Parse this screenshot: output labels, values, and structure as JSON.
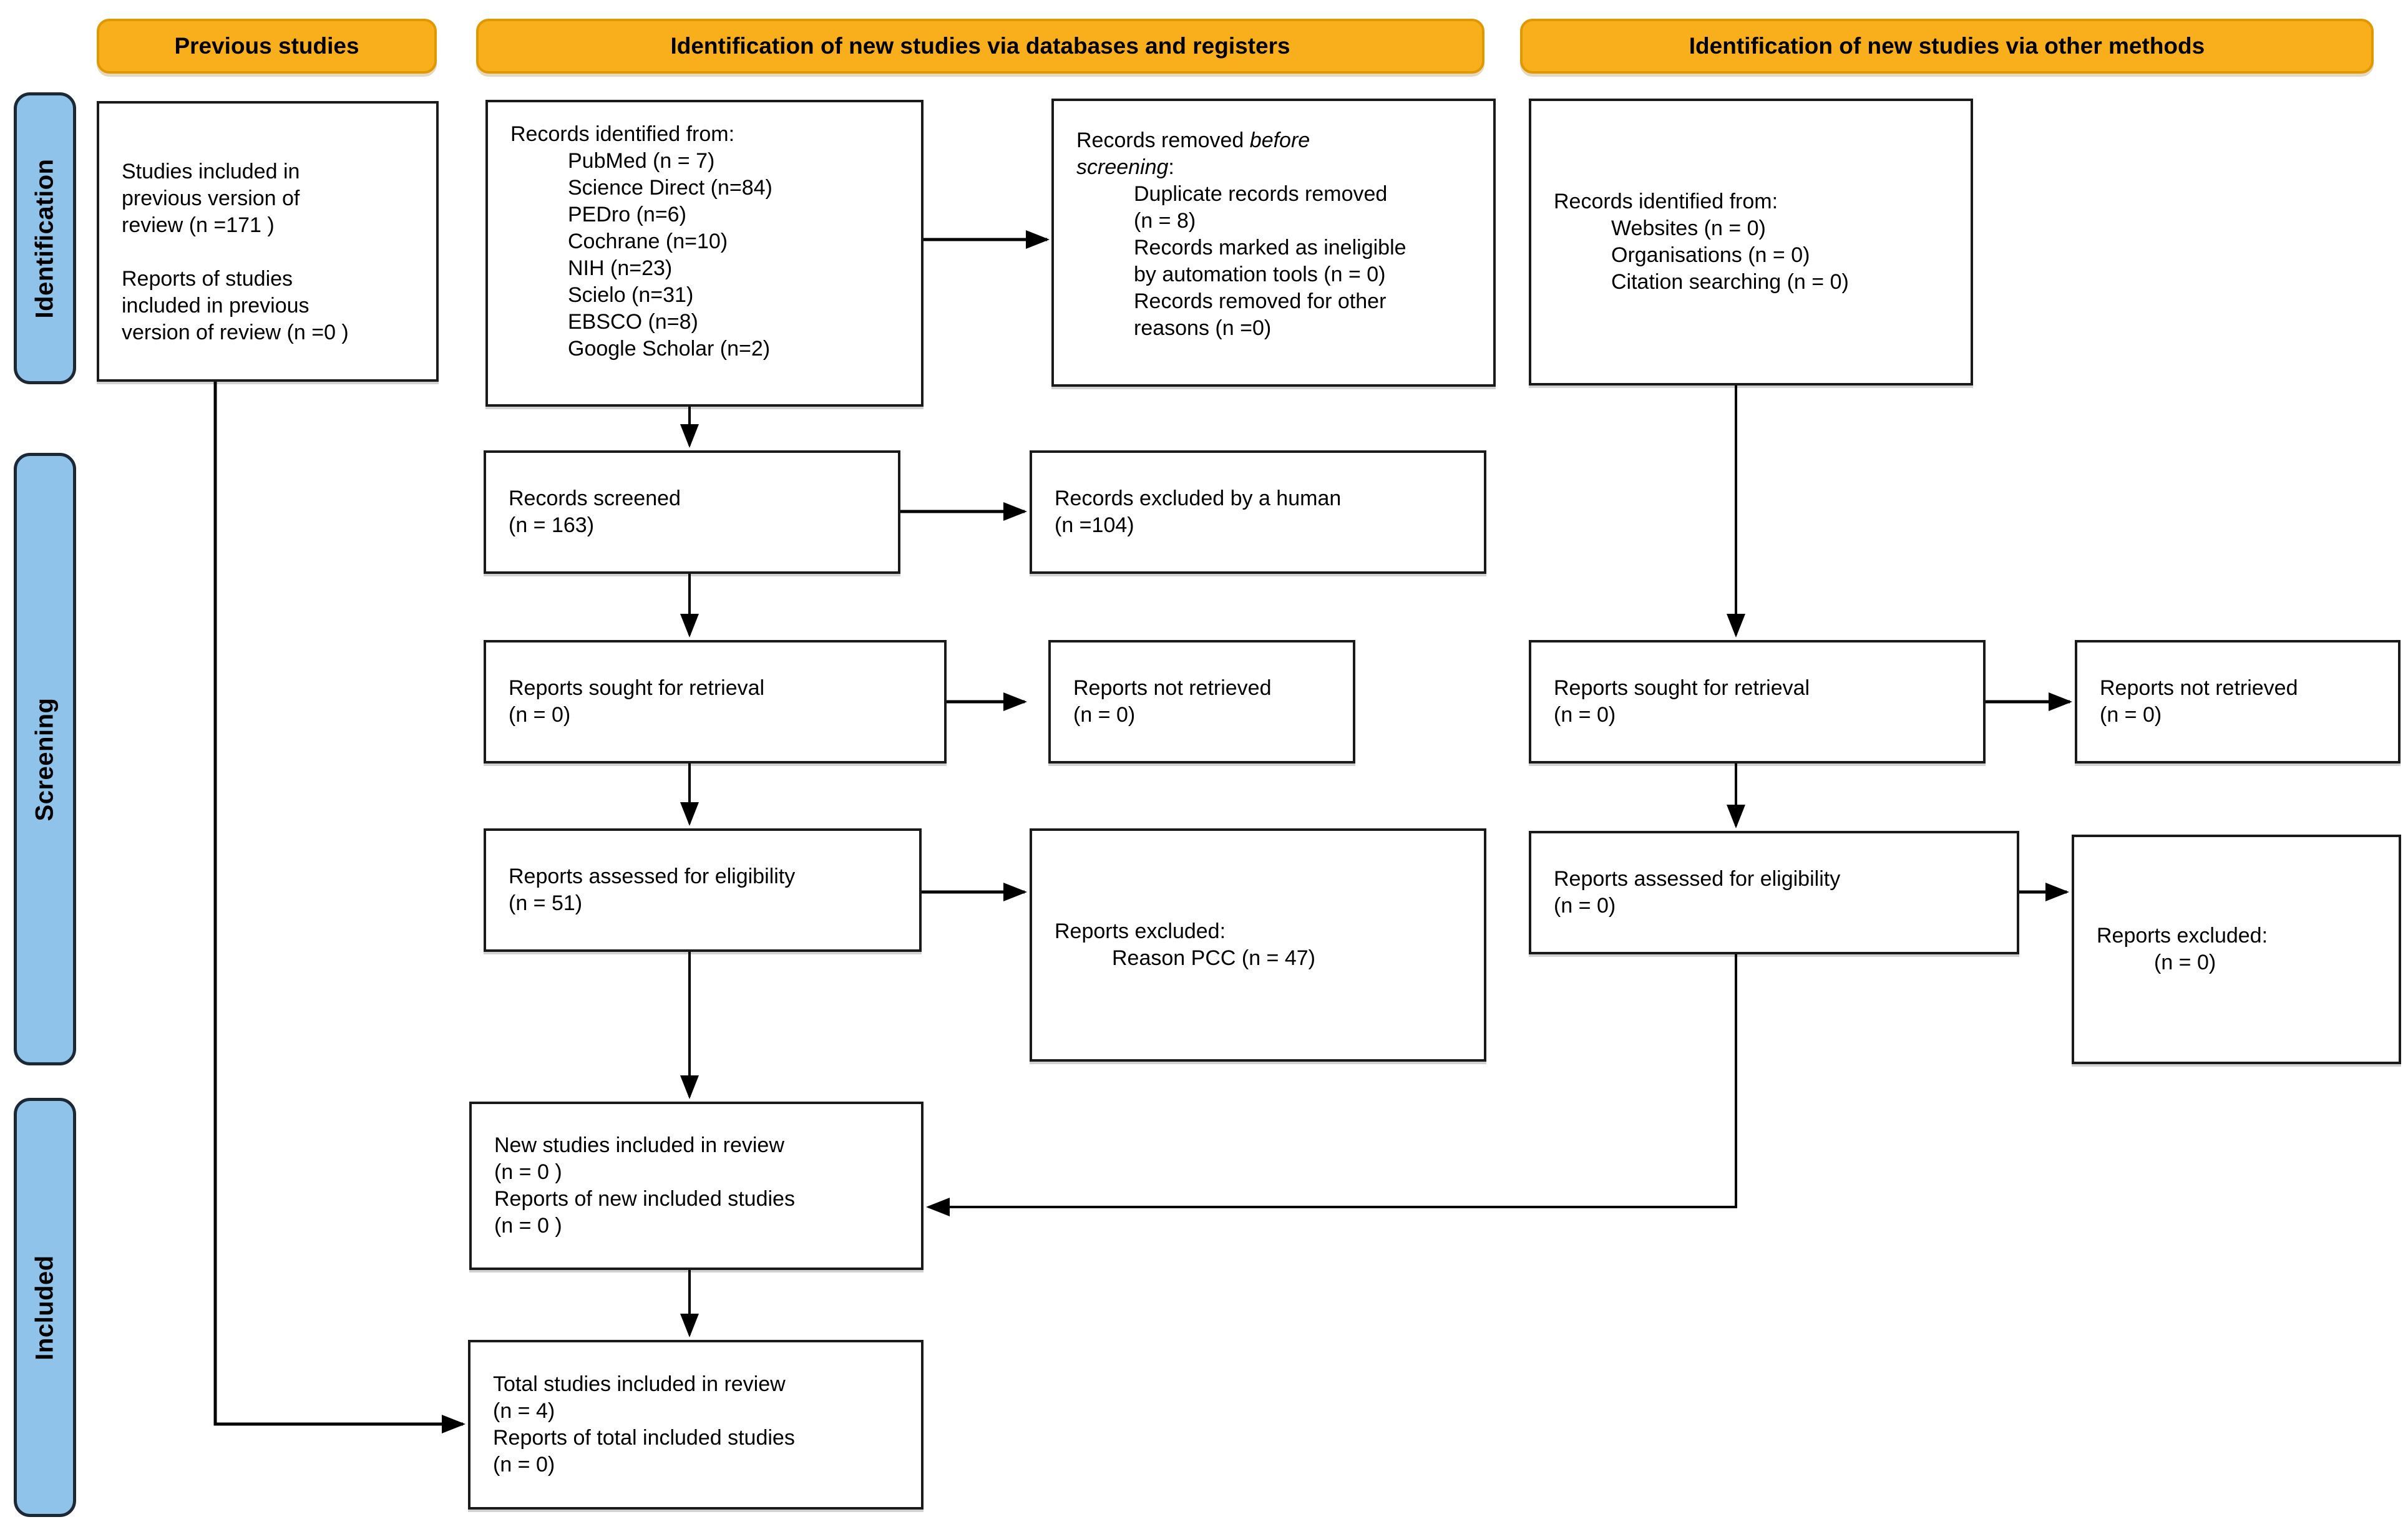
{
  "banners": {
    "previous": "Previous studies",
    "databases": "Identification of new studies via databases and registers",
    "other": "Identification of new studies via other methods"
  },
  "side_labels": {
    "identification": "Identification",
    "screening": "Screening",
    "included": "Included"
  },
  "boxes": {
    "previous_studies": {
      "lines": [
        {
          "text": "Studies included in",
          "indent": 0
        },
        {
          "text": "previous version of",
          "indent": 0
        },
        {
          "text": "review (n =171 )",
          "indent": 0
        },
        {
          "text": "",
          "indent": 0
        },
        {
          "text": "Reports of studies",
          "indent": 0
        },
        {
          "text": "included in previous",
          "indent": 0
        },
        {
          "text": "version of review (n =0 )",
          "indent": 0
        }
      ]
    },
    "db_identified": {
      "lines": [
        {
          "text": "Records identified from:",
          "indent": 0
        },
        {
          "text": "PubMed (n = 7)",
          "indent": 1
        },
        {
          "text": "Science Direct (n=84)",
          "indent": 1
        },
        {
          "text": "PEDro (n=6)",
          "indent": 1
        },
        {
          "text": "Cochrane (n=10)",
          "indent": 1
        },
        {
          "text": "NIH (n=23)",
          "indent": 1
        },
        {
          "text": "Scielo (n=31)",
          "indent": 1
        },
        {
          "text": "EBSCO (n=8)",
          "indent": 1
        },
        {
          "text": "Google Scholar (n=2)",
          "indent": 1
        }
      ]
    },
    "removed_before_screening": {
      "lines": [
        {
          "text": "Records removed *before*",
          "indent": 0
        },
        {
          "text": "*screening*:",
          "indent": 0
        },
        {
          "text": "Duplicate records removed",
          "indent": 1
        },
        {
          "text": "(n = 8)",
          "indent": 1
        },
        {
          "text": "Records marked as ineligible",
          "indent": 1
        },
        {
          "text": "by automation tools (n = 0)",
          "indent": 1
        },
        {
          "text": "Records removed for other",
          "indent": 1
        },
        {
          "text": "reasons (n =0)",
          "indent": 1
        }
      ]
    },
    "other_identified": {
      "lines": [
        {
          "text": "Records identified from:",
          "indent": 0
        },
        {
          "text": "Websites (n = 0)",
          "indent": 1
        },
        {
          "text": "Organisations (n = 0)",
          "indent": 1
        },
        {
          "text": "Citation searching (n = 0)",
          "indent": 1
        }
      ]
    },
    "records_screened": {
      "lines": [
        {
          "text": "Records screened",
          "indent": 0
        },
        {
          "text": "(n = 163)",
          "indent": 0
        }
      ]
    },
    "records_excluded_human": {
      "lines": [
        {
          "text": "Records excluded by a human",
          "indent": 0
        },
        {
          "text": "(n =104)",
          "indent": 0
        }
      ]
    },
    "reports_sought_db": {
      "lines": [
        {
          "text": "Reports sought for retrieval",
          "indent": 0
        },
        {
          "text": "(n = 0)",
          "indent": 0
        }
      ]
    },
    "reports_not_retrieved_db": {
      "lines": [
        {
          "text": "Reports not retrieved",
          "indent": 0
        },
        {
          "text": "(n = 0)",
          "indent": 0
        }
      ]
    },
    "reports_assessed_db": {
      "lines": [
        {
          "text": "Reports assessed for eligibility",
          "indent": 0
        },
        {
          "text": "(n = 51)",
          "indent": 0
        }
      ]
    },
    "reports_excluded_db": {
      "lines": [
        {
          "text": "Reports excluded:",
          "indent": 0
        },
        {
          "text": "Reason PCC (n = 47)",
          "indent": 1
        }
      ]
    },
    "reports_sought_other": {
      "lines": [
        {
          "text": "Reports sought for retrieval",
          "indent": 0
        },
        {
          "text": "(n = 0)",
          "indent": 0
        }
      ]
    },
    "reports_not_retrieved_other": {
      "lines": [
        {
          "text": "Reports not retrieved",
          "indent": 0
        },
        {
          "text": "(n = 0)",
          "indent": 0
        }
      ]
    },
    "reports_assessed_other": {
      "lines": [
        {
          "text": "Reports assessed for eligibility",
          "indent": 0
        },
        {
          "text": "(n = 0)",
          "indent": 0
        }
      ]
    },
    "reports_excluded_other": {
      "lines": [
        {
          "text": "Reports excluded:",
          "indent": 0
        },
        {
          "text": "(n = 0)",
          "indent": 1
        }
      ]
    },
    "new_studies_included": {
      "lines": [
        {
          "text": "New studies included in review",
          "indent": 0
        },
        {
          "text": "(n = 0 )",
          "indent": 0
        },
        {
          "text": "Reports of new included studies",
          "indent": 0
        },
        {
          "text": "(n = 0 )",
          "indent": 0
        }
      ]
    },
    "total_studies_included": {
      "lines": [
        {
          "text": "Total studies included in review",
          "indent": 0
        },
        {
          "text": "(n = 4)",
          "indent": 0
        },
        {
          "text": "Reports of total included studies",
          "indent": 0
        },
        {
          "text": "(n = 0)",
          "indent": 0
        }
      ]
    }
  },
  "colors": {
    "banner_fill": "#F9AE1B",
    "banner_border": "#DE9800",
    "sidebar_fill": "#8FC3E9",
    "sidebar_border": "#1C2833",
    "box_border": "#1A1A1A",
    "arrow": "#000000"
  }
}
